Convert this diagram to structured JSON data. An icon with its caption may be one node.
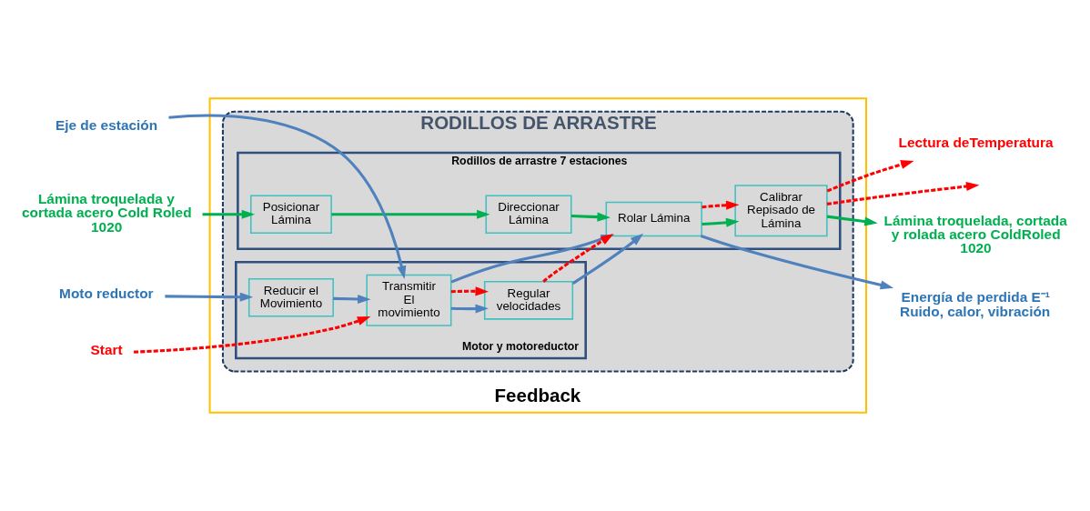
{
  "diagram": {
    "nodes": [
      {
        "text": [
          "Feedback"
        ]
      },
      {
        "text": [
          "RODILLOS DE ARRASTRE"
        ],
        "in": 0
      },
      {
        "text": [
          "Rodillos de arrastre 7 estaciones"
        ],
        "in": 1
      },
      {
        "text": [
          "Posicionar Lámina"
        ],
        "in": 2
      },
      {
        "text": [
          "Direccionar Lámina"
        ],
        "in": 2
      },
      {
        "text": [
          "Rolar Lámina"
        ],
        "in": 2
      },
      {
        "text": [
          "Calibrar Repisado de Lámina"
        ],
        "in": 2
      },
      {
        "text": [
          "Motor y motoreductor"
        ],
        "in": 1
      },
      {
        "text": [
          "Reducir el Movimiento"
        ],
        "in": 7
      },
      {
        "text": [
          "Transmitir El movimiento"
        ],
        "in": 7
      },
      {
        "text": [
          "Regular velocidades"
        ],
        "in": 7
      },
      {
        "text": [
          "Lámina troquelada y cortada acero Cold Roled 1020"
        ]
      },
      {
        "text": [
          "Moto reductor"
        ]
      },
      {
        "text": [
          "Eje de estación"
        ]
      },
      {
        "text": [
          "Start"
        ]
      },
      {
        "text": [
          "Lámina troquelada, cortada y rolada acero ColdRoled 1020"
        ]
      },
      {
        "text": [
          "Energía de perdida E⁻¹ Ruido, calor, vibración"
        ]
      },
      {
        "text": [
          "Lectura deTemperatura"
        ]
      }
    ],
    "edges": [
      {
        "from": 11,
        "to": 3,
        "arrow": "to",
        "color": "#00b050"
      },
      {
        "from": 3,
        "to": 4,
        "arrow": "to",
        "color": "#00b050"
      },
      {
        "from": 4,
        "to": 5,
        "arrow": "to",
        "color": "#00b050"
      },
      {
        "from": 5,
        "to": 6,
        "arrow": "to",
        "color": "#00b050"
      },
      {
        "from": 5,
        "to": 6,
        "arrow": "to",
        "style": "dashed",
        "color": "#ff0000"
      },
      {
        "from": 6,
        "to": 15,
        "arrow": "to",
        "color": "#00b050"
      },
      {
        "from": 12,
        "to": 8,
        "arrow": "to"
      },
      {
        "from": 8,
        "to": 9,
        "arrow": "to"
      },
      {
        "from": 9,
        "to": 10,
        "arrow": "to"
      },
      {
        "from": 9,
        "to": 10,
        "arrow": "to",
        "style": "dashed",
        "color": "#ff0000"
      },
      {
        "from": 13,
        "to": 9,
        "arrow": "to"
      },
      {
        "from": 14,
        "to": 9,
        "arrow": "to",
        "style": "dashed",
        "color": "#ff0000"
      },
      {
        "from": 9,
        "to": 5,
        "arrow": "to"
      },
      {
        "from": 10,
        "to": 5,
        "arrow": "to"
      },
      {
        "from": 10,
        "to": 5,
        "arrow": "to",
        "style": "dashed",
        "color": "#ff0000"
      },
      {
        "from": 5,
        "to": 16,
        "arrow": "to"
      },
      {
        "from": 6,
        "to": 17,
        "arrow": "to",
        "style": "dashed",
        "color": "#ff0000"
      },
      {
        "from": 6,
        "to": null,
        "arrow": "to",
        "style": "dashed",
        "color": "#ff0000"
      }
    ]
  }
}
